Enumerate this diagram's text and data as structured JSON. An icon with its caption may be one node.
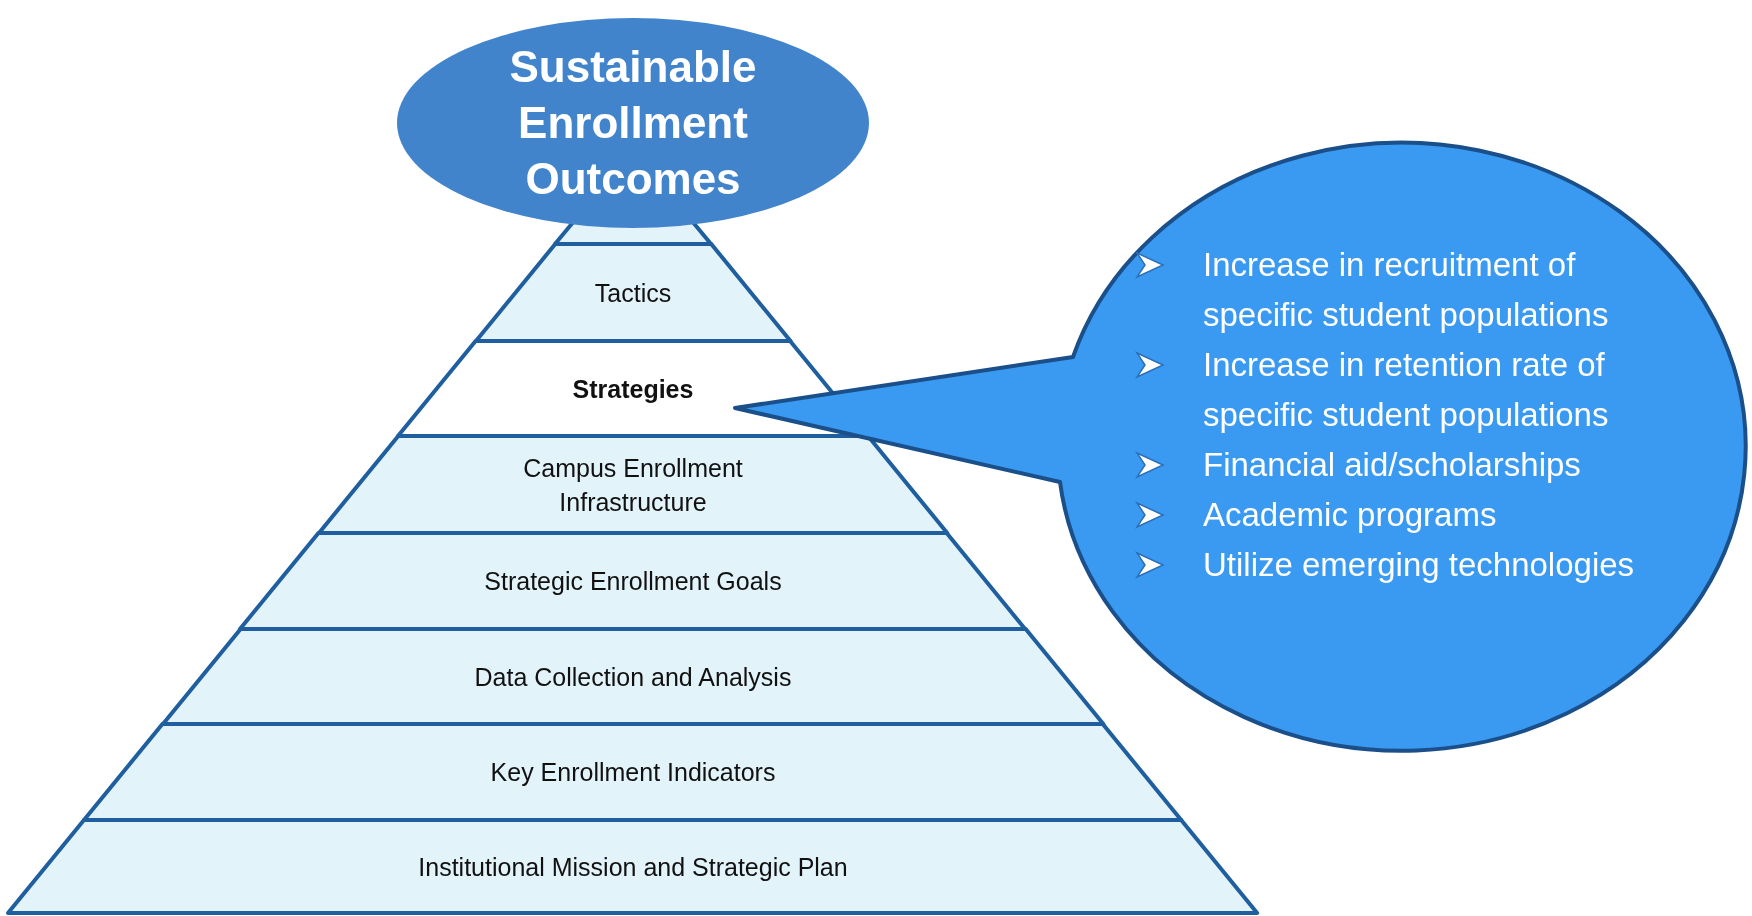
{
  "diagram": {
    "nodes": [
      {
        "text": [
          "Sustainable Enrollment Outcomes"
        ]
      },
      {
        "text": [],
        "shape": "triangle"
      },
      {
        "text": [
          "Tactics"
        ]
      },
      {
        "text": [
          "Strategies"
        ]
      },
      {
        "text": [
          "Campus Enrollment Infrastructure"
        ]
      },
      {
        "text": [
          "Strategic Enrollment Goals"
        ]
      },
      {
        "text": [
          "Data Collection and Analysis"
        ]
      },
      {
        "text": [
          "Key Enrollment Indicators"
        ]
      },
      {
        "text": [
          "Institutional Mission and Strategic Plan"
        ]
      },
      {
        "text": [
          "Increase in recruitment of specific student populations",
          "Increase in retention rate of specific student populations",
          "Financial aid/scholarships",
          "Academic programs",
          "Utilize emerging technologies"
        ]
      }
    ]
  }
}
